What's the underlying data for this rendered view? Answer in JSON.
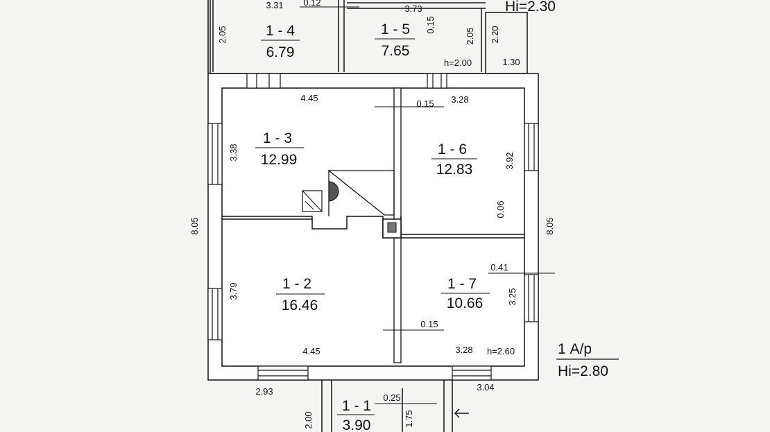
{
  "floor_plan": {
    "rooms": [
      {
        "id": "1 - 4",
        "area": "6.79"
      },
      {
        "id": "1 - 5",
        "area": "7.65"
      },
      {
        "id": "1 - 3",
        "area": "12.99"
      },
      {
        "id": "1 - 6",
        "area": "12.83"
      },
      {
        "id": "1 - 2",
        "area": "16.46"
      },
      {
        "id": "1 - 7",
        "area": "10.66"
      },
      {
        "id": "1 - 1",
        "area": "3.90"
      }
    ],
    "dimensions": {
      "d_331": "3.31",
      "d_012": "0.12",
      "d_373": "3.73",
      "d_015_top": "0.15",
      "d_205_left": "2.05",
      "d_205_right": "2.05",
      "d_220": "2.20",
      "d_130": "1.30",
      "d_445_top": "4.45",
      "d_015_mid": "0.15",
      "d_328_top": "3.28",
      "d_338": "3.38",
      "d_392": "3.92",
      "d_805_left": "8.05",
      "d_805_right": "8.05",
      "d_006": "0.06",
      "d_041": "0.41",
      "d_379": "3.79",
      "d_325": "3.25",
      "d_015_low": "0.15",
      "d_445_bottom": "4.45",
      "d_328_bottom": "3.28",
      "d_293": "2.93",
      "d_304": "3.04",
      "d_200": "2.00",
      "d_175": "1.75",
      "d_025": "0.25"
    },
    "heights": {
      "h_top": "h=2.00",
      "h_bottom": "h=2.60",
      "hi_top": "Hi=2.30"
    },
    "stamp": {
      "label": "1 А/р",
      "height": "Hi=2.80"
    }
  }
}
